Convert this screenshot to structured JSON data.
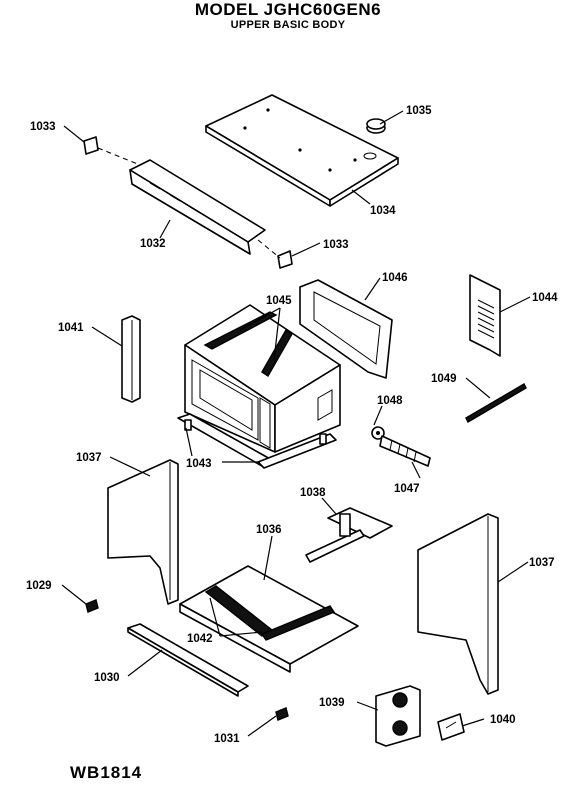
{
  "header": {
    "title": "MODEL JGHC60GEN6",
    "subtitle": "UPPER BASIC BODY"
  },
  "labels": {
    "p1029": "1029",
    "p1030": "1030",
    "p1031": "1031",
    "p1032": "1032",
    "p1033a": "1033",
    "p1033b": "1033",
    "p1034": "1034",
    "p1035": "1035",
    "p1036": "1036",
    "p1037a": "1037",
    "p1037b": "1037",
    "p1038": "1038",
    "p1039": "1039",
    "p1040": "1040",
    "p1041": "1041",
    "p1042": "1042",
    "p1043": "1043",
    "p1044": "1044",
    "p1045": "1045",
    "p1046": "1046",
    "p1047": "1047",
    "p1048": "1048",
    "p1049": "1049"
  },
  "footer": {
    "code": "WB1814"
  }
}
